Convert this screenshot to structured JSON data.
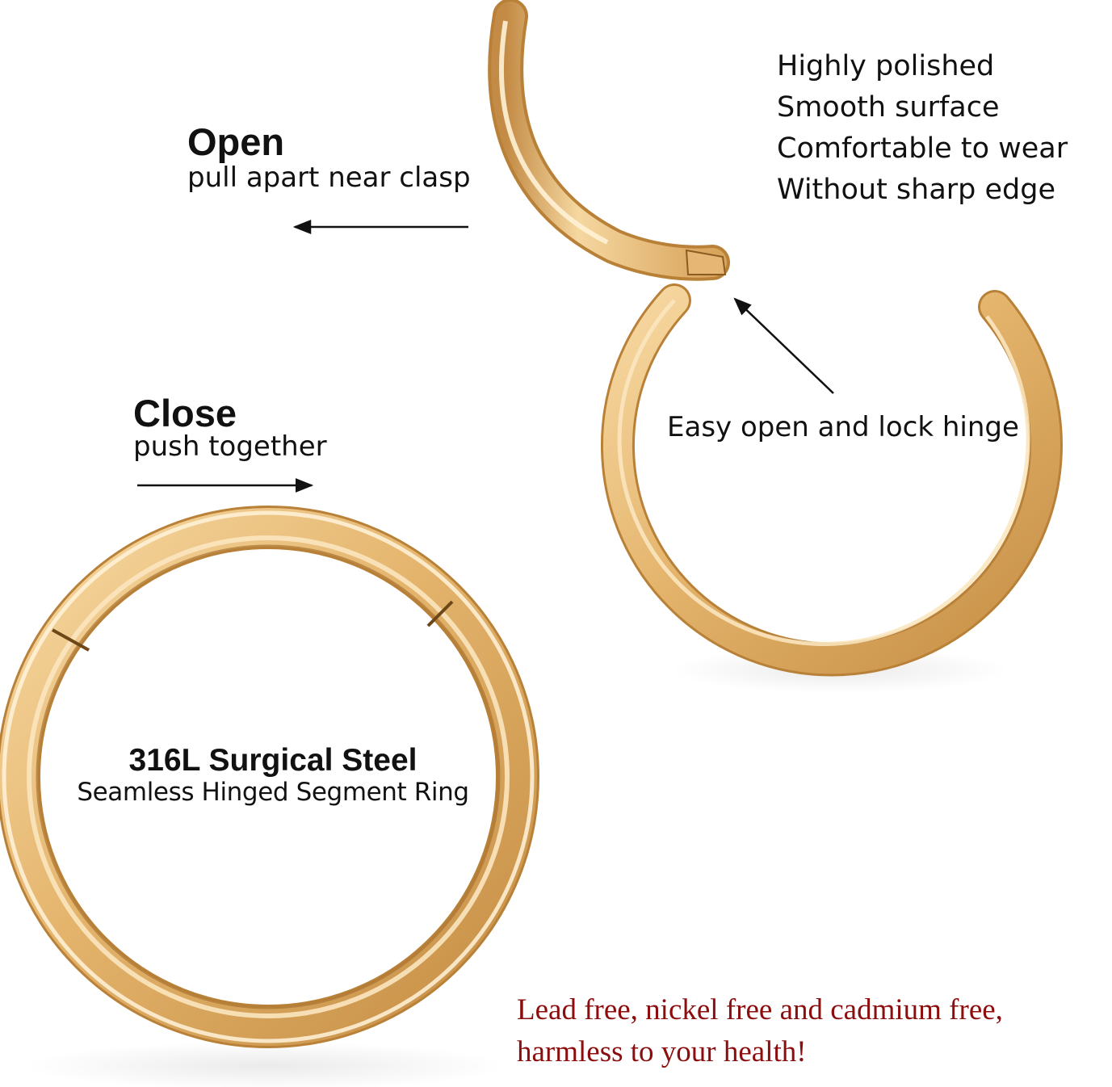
{
  "open": {
    "title": "Open",
    "subtitle": "pull apart near clasp"
  },
  "close": {
    "title": "Close",
    "subtitle": "push together"
  },
  "features": [
    "Highly polished",
    "Smooth surface",
    "Comfortable to wear",
    "Without sharp edge"
  ],
  "hinge_label": "Easy open and lock hinge",
  "material": {
    "title": "316L Surgical Steel",
    "subtitle": "Seamless Hinged Segment Ring"
  },
  "safety": {
    "line1": "Lead free, nickel free and cadmium free,",
    "line2": "harmless to your health!"
  },
  "colors": {
    "gold": "#e9bf78",
    "gold_dark": "#9a6a2a",
    "gold_light": "#fff2d6",
    "warning_text": "#8b0d0d",
    "text": "#111111"
  }
}
